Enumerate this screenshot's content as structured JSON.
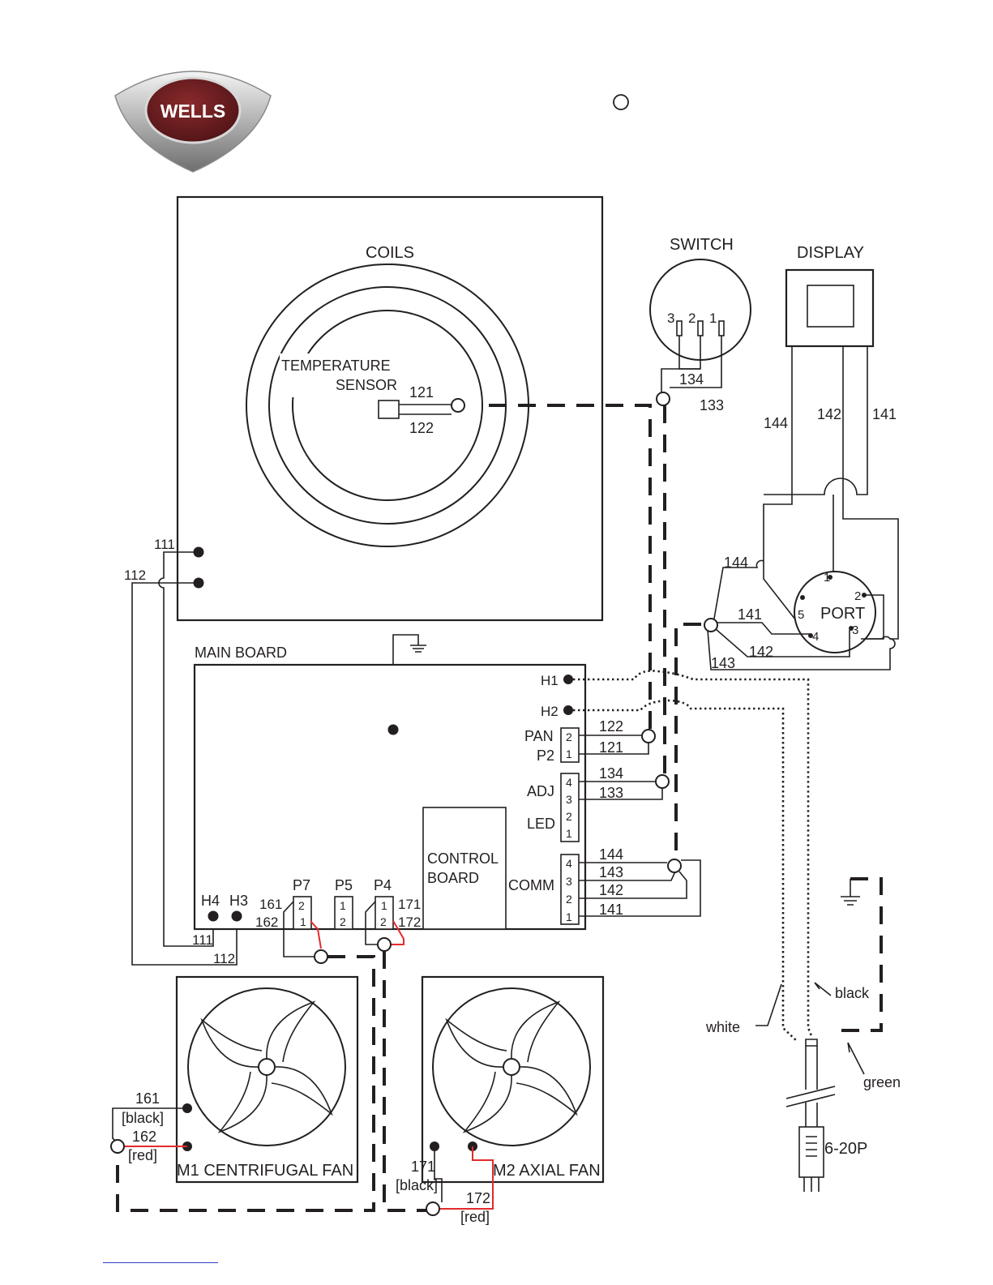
{
  "brand": {
    "logo_text": "WELLS"
  },
  "components": {
    "coils": "COILS",
    "temp_sensor_line1": "TEMPERATURE",
    "temp_sensor_line2": "SENSOR",
    "switch": "SWITCH",
    "display": "DISPLAY",
    "port": "PORT",
    "main_board": "MAIN BOARD",
    "control_board_line1": "CONTROL",
    "control_board_line2": "BOARD",
    "fan_m1": "M1 CENTRIFUGAL FAN",
    "fan_m2": "M2 AXIAL FAN",
    "plug": "6-20P"
  },
  "switch_pins": [
    "3",
    "2",
    "1"
  ],
  "port_pins": [
    "1",
    "2",
    "3",
    "4",
    "5"
  ],
  "board_labels": {
    "h1": "H1",
    "h2": "H2",
    "h3": "H3",
    "h4": "H4",
    "pan": "PAN",
    "p2": "P2",
    "adj": "ADJ",
    "led": "LED",
    "comm": "COMM",
    "p7": "P7",
    "p5": "P5",
    "p4": "P4"
  },
  "connector_pins": {
    "pan": [
      "2",
      "1"
    ],
    "adj_led": [
      "4",
      "3",
      "2",
      "1"
    ],
    "comm": [
      "4",
      "3",
      "2",
      "1"
    ],
    "p7": [
      "2",
      "1"
    ],
    "p5": [
      "1",
      "2"
    ],
    "p4": [
      "1",
      "2"
    ]
  },
  "wire_numbers": {
    "w111": "111",
    "w112": "112",
    "w121": "121",
    "w122": "122",
    "w133": "133",
    "w134": "134",
    "w141": "141",
    "w142": "142",
    "w143": "143",
    "w144": "144",
    "w161": "161",
    "w162": "162",
    "w171": "171",
    "w172": "172"
  },
  "wire_colors": {
    "black": "black",
    "white": "white",
    "green": "green",
    "black_b": "[black]",
    "red_b": "[red]"
  },
  "colors": {
    "red_wire": "#e32b2b",
    "logo_red": "#6b1d1f",
    "ink": "#231f20"
  }
}
